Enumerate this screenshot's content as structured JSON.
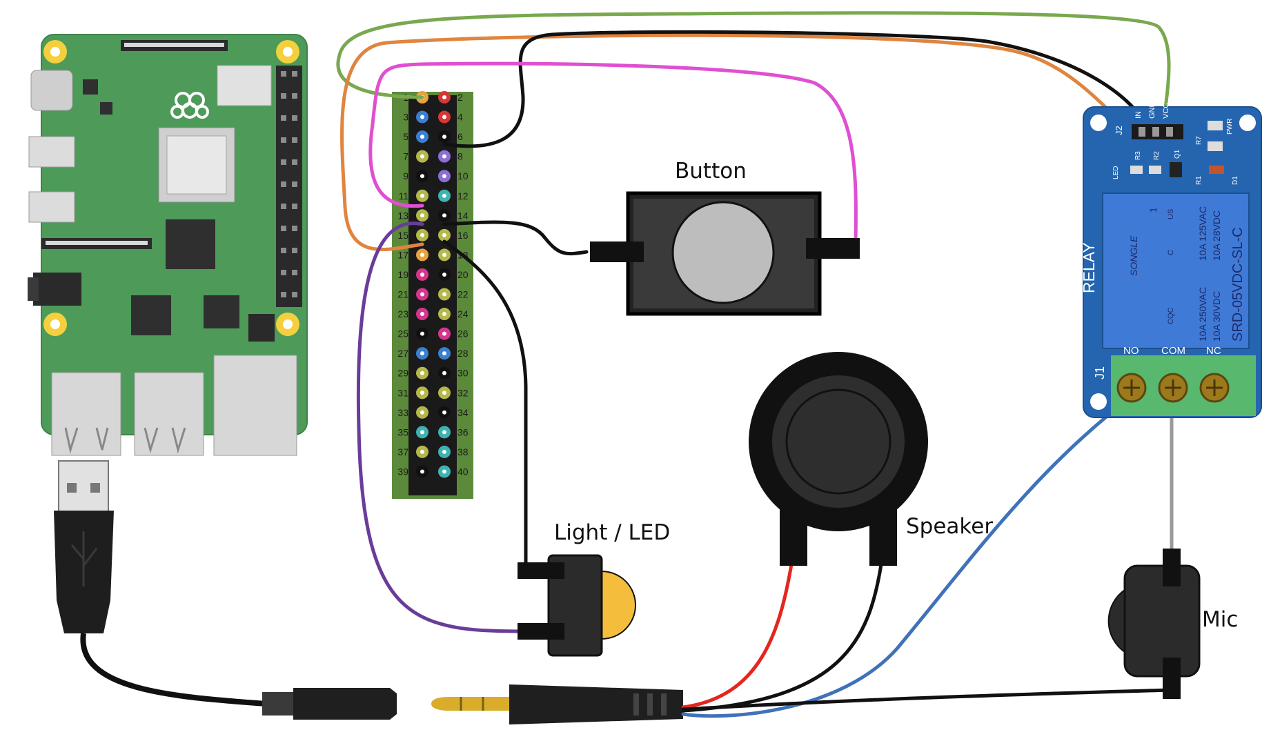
{
  "labels": {
    "button": "Button",
    "light": "Light / LED",
    "speaker": "Speaker",
    "mic": "Mic"
  },
  "relay": {
    "module_label": "RELAY",
    "header_label": "J2",
    "header_pins": [
      "IN",
      "GND",
      "VCC"
    ],
    "terminal_label": "J1",
    "terminals": [
      "NO",
      "COM",
      "NC"
    ],
    "components": [
      "R3",
      "R2",
      "Q1",
      "R7",
      "PWR",
      "LED",
      "R1",
      "D1"
    ],
    "relay_brand": "SONGLE",
    "relay_model": "SRD-05VDC-SL-C",
    "rating_lines": [
      "10A 250VAC",
      "10A 125VAC",
      "10A 30VDC",
      "10A 28VDC"
    ],
    "relay_number": "1",
    "cert_marks": [
      "US",
      "C",
      "CQC"
    ]
  },
  "gpio": {
    "left_pins": [
      "1",
      "3",
      "5",
      "7",
      "9",
      "11",
      "13",
      "15",
      "17",
      "19",
      "21",
      "23",
      "25",
      "27",
      "29",
      "31",
      "33",
      "35",
      "37",
      "39"
    ],
    "right_pins": [
      "2",
      "4",
      "6",
      "8",
      "10",
      "12",
      "14",
      "16",
      "18",
      "20",
      "22",
      "24",
      "26",
      "28",
      "30",
      "32",
      "34",
      "36",
      "38",
      "40"
    ],
    "left_colors": [
      "#e8a33d",
      "#3b7fd1",
      "#3b7fd1",
      "#b5b84a",
      "#111111",
      "#b5b84a",
      "#b5b84a",
      "#b5b84a",
      "#e8a33d",
      "#d6358f",
      "#d6358f",
      "#d6358f",
      "#111111",
      "#3b7fd1",
      "#b5b84a",
      "#b5b84a",
      "#b5b84a",
      "#3fb3b3",
      "#b5b84a",
      "#111111"
    ],
    "right_colors": [
      "#d93636",
      "#d93636",
      "#111111",
      "#8b6fd6",
      "#8b6fd6",
      "#3fb3b3",
      "#111111",
      "#b5b84a",
      "#b5b84a",
      "#111111",
      "#b5b84a",
      "#b5b84a",
      "#d6358f",
      "#3b7fd1",
      "#111111",
      "#b5b84a",
      "#111111",
      "#3fb3b3",
      "#3fb3b3",
      "#3fb3b3"
    ]
  },
  "wire_colors": {
    "green": "#79a84f",
    "orange": "#e0843e",
    "black": "#111111",
    "magenta": "#e04fd1",
    "purple": "#6a3c9a",
    "red": "#e3271d",
    "blue": "#3f72b8",
    "gray": "#9a9a9a"
  },
  "board_colors": {
    "pcb": "#4d9a59",
    "relay_pcb": "#2565b0",
    "header_strip": "#5c8a3b"
  }
}
